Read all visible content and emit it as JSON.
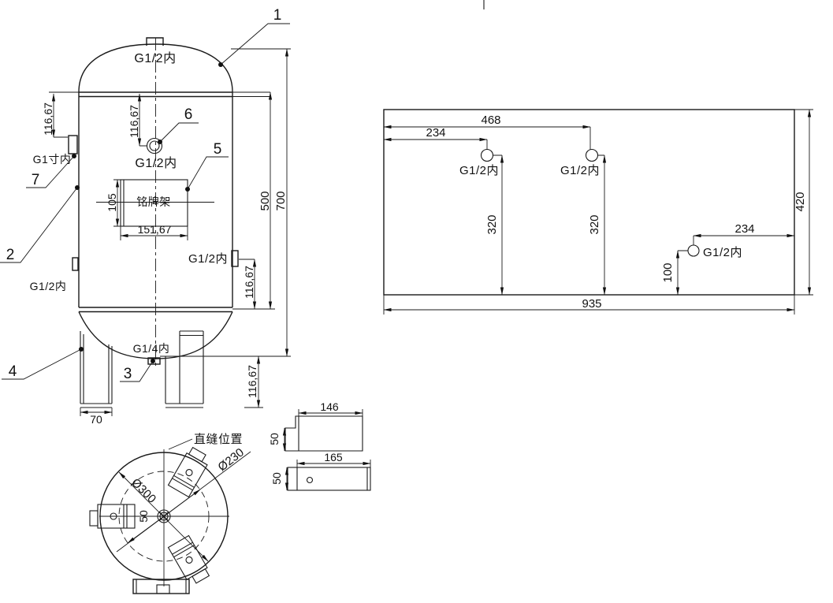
{
  "front": {
    "callouts": {
      "c1": "1",
      "c2": "2",
      "c3": "3",
      "c4": "4",
      "c5": "5",
      "c6": "6",
      "c7": "7"
    },
    "ports": {
      "top": "G1/2内",
      "middle": "G1/2内",
      "right": "G1/2内",
      "left_lower": "G1/2内",
      "left": "G1寸内",
      "bottom": "G1/4内"
    },
    "nameplate": "铭牌架",
    "dims": {
      "head_to_port_left": "116,67",
      "head_to_port_center": "116,67",
      "port_to_tangent_right": "116,67",
      "bottom_to_base": "116,67",
      "shell_length": "500",
      "overall_height": "700",
      "nameplate_height": "105",
      "nameplate_width": "151,67",
      "leg_foot_width": "70"
    }
  },
  "development": {
    "dims": {
      "left_port_offset": "234",
      "mid_port_offset": "468",
      "left_port_height": "320",
      "mid_port_height": "320",
      "right_port_offset": "234",
      "right_port_height": "100",
      "total_width": "935",
      "total_height": "420"
    },
    "ports": {
      "left": "G1/2内",
      "middle": "G1/2内",
      "right": "G1/2内"
    }
  },
  "bottom_view": {
    "seam_label": "直缝位置",
    "outer_diameter": "Ø300",
    "leg_circle_diameter": "Ø230",
    "leg_width": "50"
  },
  "details": {
    "pad_top": {
      "width": "146",
      "height": "50"
    },
    "pad_bottom": {
      "width": "165",
      "height": "50"
    }
  }
}
